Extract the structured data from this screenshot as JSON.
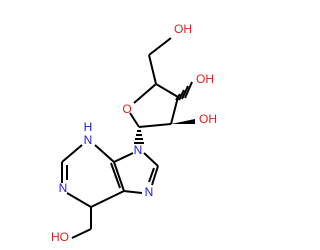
{
  "colors": {
    "carbon_bond": "#000000",
    "oxygen": "#e02020",
    "nitrogen": "#2020e0",
    "background": "#ffffff"
  },
  "atoms": {
    "oh_sugar_top": "OH",
    "oh_sugar_right_upper": "OH",
    "oh_sugar_right_lower": "OH",
    "ring_oxygen": "O",
    "n9": "N",
    "n7": "N",
    "n3h": "N",
    "n3h_h": "H",
    "n1": "N",
    "ho_bottom": "HO"
  }
}
